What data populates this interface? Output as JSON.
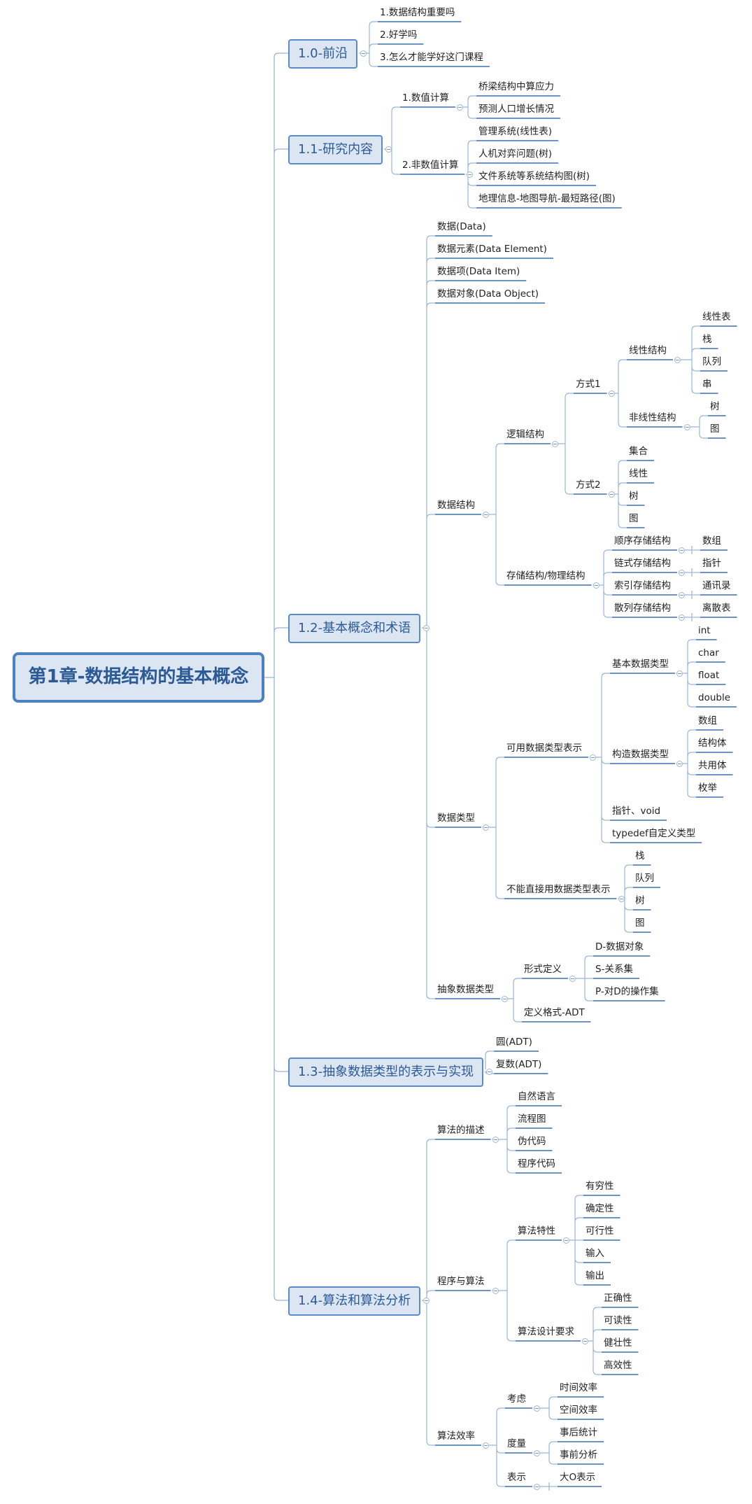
{
  "root": {
    "label": "第1章-数据结构的基本概念"
  },
  "tree": [
    {
      "label": "1.0-前沿",
      "children": [
        {
          "label": "1.数据结构重要吗"
        },
        {
          "label": "2.好学吗"
        },
        {
          "label": "3.怎么才能学好这门课程"
        }
      ]
    },
    {
      "label": "1.1-研究内容",
      "children": [
        {
          "label": "1.数值计算",
          "children": [
            {
              "label": "桥梁结构中算应力"
            },
            {
              "label": "预测人口增长情况"
            }
          ]
        },
        {
          "label": "2.非数值计算",
          "children": [
            {
              "label": "管理系统(线性表)"
            },
            {
              "label": "人机对弈问题(树)"
            },
            {
              "label": "文件系统等系统结构图(树)"
            },
            {
              "label": "地理信息-地图导航-最短路径(图)"
            }
          ]
        }
      ]
    },
    {
      "label": "1.2-基本概念和术语",
      "children": [
        {
          "label": "数据(Data)"
        },
        {
          "label": "数据元素(Data Element)"
        },
        {
          "label": "数据项(Data Item)"
        },
        {
          "label": "数据对象(Data Object)"
        },
        {
          "label": "数据结构",
          "children": [
            {
              "label": "逻辑结构",
              "children": [
                {
                  "label": "方式1",
                  "children": [
                    {
                      "label": "线性结构",
                      "children": [
                        {
                          "label": "线性表"
                        },
                        {
                          "label": "栈"
                        },
                        {
                          "label": "队列"
                        },
                        {
                          "label": "串"
                        }
                      ]
                    },
                    {
                      "label": "非线性结构",
                      "children": [
                        {
                          "label": "树"
                        },
                        {
                          "label": "图"
                        }
                      ]
                    }
                  ]
                },
                {
                  "label": "方式2",
                  "children": [
                    {
                      "label": "集合"
                    },
                    {
                      "label": "线性"
                    },
                    {
                      "label": "树"
                    },
                    {
                      "label": "图"
                    }
                  ]
                }
              ]
            },
            {
              "label": "存储结构/物理结构",
              "children": [
                {
                  "label": "顺序存储结构",
                  "children": [
                    {
                      "label": "数组"
                    }
                  ]
                },
                {
                  "label": "链式存储结构",
                  "children": [
                    {
                      "label": "指针"
                    }
                  ]
                },
                {
                  "label": "索引存储结构",
                  "children": [
                    {
                      "label": "通讯录"
                    }
                  ]
                },
                {
                  "label": "散列存储结构",
                  "children": [
                    {
                      "label": "离散表"
                    }
                  ]
                }
              ]
            }
          ]
        },
        {
          "label": "数据类型",
          "children": [
            {
              "label": "可用数据类型表示",
              "children": [
                {
                  "label": "基本数据类型",
                  "children": [
                    {
                      "label": "int"
                    },
                    {
                      "label": "char"
                    },
                    {
                      "label": "float"
                    },
                    {
                      "label": "double"
                    }
                  ]
                },
                {
                  "label": "构造数据类型",
                  "children": [
                    {
                      "label": "数组"
                    },
                    {
                      "label": "结构体"
                    },
                    {
                      "label": "共用体"
                    },
                    {
                      "label": "枚举"
                    }
                  ]
                },
                {
                  "label": "指针、void"
                },
                {
                  "label": "typedef自定义类型"
                }
              ]
            },
            {
              "label": "不能直接用数据类型表示",
              "children": [
                {
                  "label": "栈"
                },
                {
                  "label": "队列"
                },
                {
                  "label": "树"
                },
                {
                  "label": "图"
                }
              ]
            }
          ]
        },
        {
          "label": "抽象数据类型",
          "children": [
            {
              "label": "形式定义",
              "children": [
                {
                  "label": "D-数据对象"
                },
                {
                  "label": "S-关系集"
                },
                {
                  "label": "P-对D的操作集"
                }
              ]
            },
            {
              "label": "定义格式-ADT"
            }
          ]
        }
      ]
    },
    {
      "label": "1.3-抽象数据类型的表示与实现",
      "children": [
        {
          "label": "圆(ADT)"
        },
        {
          "label": "复数(ADT)"
        }
      ]
    },
    {
      "label": "1.4-算法和算法分析",
      "children": [
        {
          "label": "算法的描述",
          "children": [
            {
              "label": "自然语言"
            },
            {
              "label": "流程图"
            },
            {
              "label": "伪代码"
            },
            {
              "label": "程序代码"
            }
          ]
        },
        {
          "label": "程序与算法",
          "children": [
            {
              "label": "算法特性",
              "children": [
                {
                  "label": "有穷性"
                },
                {
                  "label": "确定性"
                },
                {
                  "label": "可行性"
                },
                {
                  "label": "输入"
                },
                {
                  "label": "输出"
                }
              ]
            },
            {
              "label": "算法设计要求",
              "children": [
                {
                  "label": "正确性"
                },
                {
                  "label": "可读性"
                },
                {
                  "label": "健壮性"
                },
                {
                  "label": "高效性"
                }
              ]
            }
          ]
        },
        {
          "label": "算法效率",
          "children": [
            {
              "label": "考虑",
              "children": [
                {
                  "label": "时间效率"
                },
                {
                  "label": "空间效率"
                }
              ]
            },
            {
              "label": "度量",
              "children": [
                {
                  "label": "事后统计"
                },
                {
                  "label": "事前分析"
                }
              ]
            },
            {
              "label": "表示",
              "children": [
                {
                  "label": "大O表示"
                }
              ]
            }
          ]
        }
      ]
    }
  ],
  "colors": {
    "line": "#3e6fb0",
    "branch": "#9ab4d8",
    "main_fill": "#dce6f3"
  }
}
